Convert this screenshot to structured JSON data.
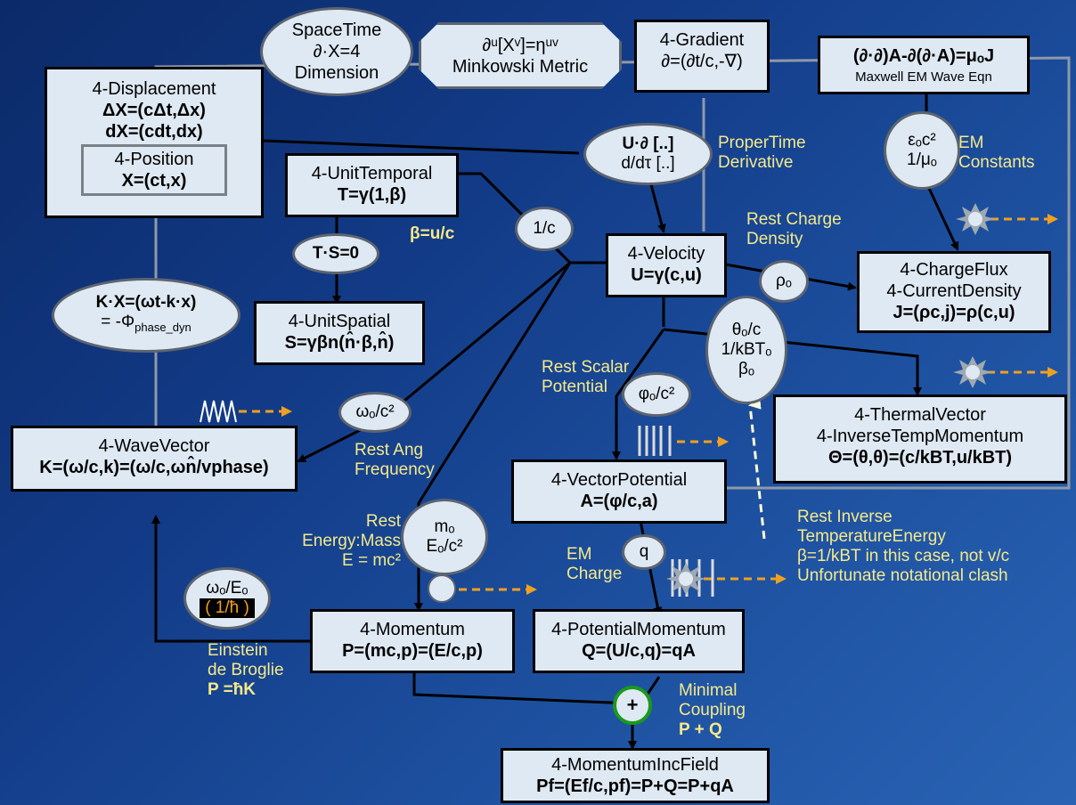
{
  "spacetime": {
    "l1": "SpaceTime",
    "l2": "∂·X=4",
    "l3": "Dimension"
  },
  "minkowski": {
    "l1": "∂ᵘ[Xᵛ]=ηᵘᵛ",
    "l2": "Minkowski Metric"
  },
  "gradient": {
    "title": "4-Gradient",
    "formula": "∂=(∂t/c,-∇)"
  },
  "maxwell": {
    "formula": "(∂·∂)A-∂(∂·A)=μₒJ",
    "subtitle": "Maxwell EM Wave Eqn"
  },
  "displacement": {
    "title": "4-Displacement",
    "f1": "ΔX=(cΔt,Δx)",
    "f2": "dX=(cdt,dx)",
    "pos_title": "4-Position",
    "pos_formula": "X=(ct,x)"
  },
  "propertime": {
    "l1": "U·∂ [..]",
    "l2": "d/dτ [..]",
    "label1": "ProperTime",
    "label2": "Derivative"
  },
  "emconst": {
    "l1": "εₒc²",
    "l2": "1/μₒ",
    "label1": "EM",
    "label2": "Constants"
  },
  "unittemporal": {
    "title": "4-UnitTemporal",
    "formula": "T=γ(1,β)"
  },
  "beta_label": "β=u/c",
  "one_over_c": "1/c",
  "ts_zero": "T·S=0",
  "velocity": {
    "title": "4-Velocity",
    "formula": "U=γ(c,u)"
  },
  "restcharge": {
    "label1": "Rest Charge",
    "label2": "Density",
    "rho": "ρₒ"
  },
  "chargeflux": {
    "t1": "4-ChargeFlux",
    "t2": "4-CurrentDensity",
    "formula": "J=(ρc,j)=ρ(c,u)"
  },
  "phase": {
    "l1": "K·X=(ωt-k·x)",
    "l2": "= -Φ",
    "sub": "phase_dyn"
  },
  "unitspatial": {
    "title": "4-UnitSpatial",
    "formula": "S=γβn(n̂·β,n̂)"
  },
  "thermalconst": {
    "l1": "θₒ/c",
    "l2": "1/kBTₒ",
    "l3": "βₒ"
  },
  "restscalar": {
    "label1": "Rest Scalar",
    "label2": "Potential",
    "ell": "φₒ/c²"
  },
  "thermal": {
    "t1": "4-ThermalVector",
    "t2": "4-InverseTempMomentum",
    "formula": "Θ=(θ,θ)=(c/kBT,u/kBT)"
  },
  "angfreq": {
    "ell": "ωₒ/c²",
    "label1": "Rest Ang",
    "label2": "Frequency"
  },
  "wavevector": {
    "title": "4-WaveVector",
    "formula": "K=(ω/c,k)=(ω/c,ωn̂/vphase)"
  },
  "vectorpotential": {
    "title": "4-VectorPotential",
    "formula": "A=(φ/c,a)"
  },
  "restmass": {
    "l1": "mₒ",
    "l2": "Eₒ/c²",
    "label1": "Rest",
    "label2": "Energy:Mass",
    "label3": "E = mc²"
  },
  "inversetemp": {
    "l1": "Rest Inverse",
    "l2": "TemperatureEnergy",
    "l3": "β=1/kBT in this case, not v/c",
    "l4": "Unfortunate notational clash"
  },
  "emcharge": {
    "label1": "EM",
    "label2": "Charge",
    "q": "q"
  },
  "hbar": {
    "l1": "ωₒ/Eₒ",
    "l2": "( 1/ħ )",
    "label1": "Einstein",
    "label2": "de Broglie",
    "label3": "P =ħK"
  },
  "momentum": {
    "title": "4-Momentum",
    "formula": "P=(mc,p)=(E/c,p)"
  },
  "potmomentum": {
    "title": "4-PotentialMomentum",
    "formula": "Q=(U/c,q)=qA"
  },
  "coupling": {
    "plus": "+",
    "label1": "Minimal",
    "label2": "Coupling",
    "label3": "P + Q"
  },
  "momincfield": {
    "title": "4-MomentumIncField",
    "formula": "Pf=(Ef/c,pf)=P+Q=P+qA"
  },
  "colors": {
    "box_fill": "#dfe9f3",
    "label": "#f5e98a",
    "arrow_orange": "#f0a020",
    "formula_blue": "#1a3ce0",
    "formula_red": "#e01010",
    "coupling_ring": "#1a9a1a"
  }
}
